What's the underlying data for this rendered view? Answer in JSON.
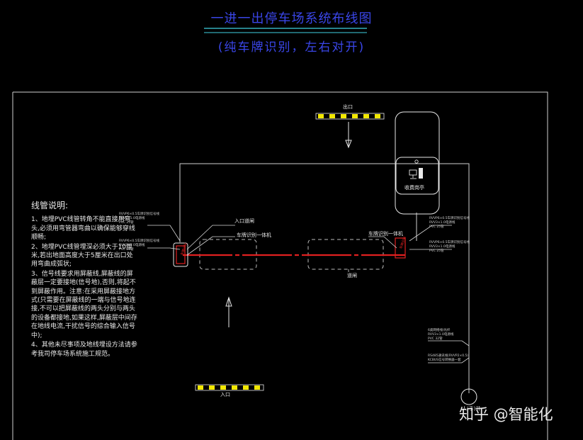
{
  "title": "一进一出停车场系统布线图",
  "subtitle": "(纯车牌识别，左右对开)",
  "notes": {
    "heading": "线管说明:",
    "items": [
      "1、地埋PVC线管转角不能直接用弯头,必须用弯管器弯曲以确保能够穿线顺畅;",
      "2、地埋PVC线管埋深必须大于10厘米,若出地面高度大于5厘米在出口处用弯曲成弧状;",
      "3、信号线要求用屏蔽线,屏蔽线的屏蔽层一定要接地(信号地),否则,将起不到屏蔽作用。注意:在采用屏蔽接地方式(只需要在屏蔽线的一端与信号地连接,不可以把屏蔽线的两头分别与两头的设备都接地,如果这样,屏蔽层中间存在地线电流,干扰信号的综合输入信号中);",
      "4、其他未尽事项及地线埋设方法请参考我司停车场系统施工规范。"
    ]
  },
  "labels": {
    "exit": "出口",
    "entry": "入口",
    "entry_loop": "入口道闸",
    "lpr_left": "车牌识别一体机",
    "lpr_right": "车牌识别一体机",
    "loop": "道闸",
    "booth": "收费岗亭",
    "well": "人(手)井"
  },
  "tiny_text": {
    "left_1": [
      "RVVP6×0.5车牌识别信号线",
      "RVV3×1.0电源线",
      "PVC 25管"
    ],
    "left_2": [
      "RVVP6×0.5车牌识别信号线",
      "RVV3×1.0电源线",
      "PVC 25管"
    ],
    "right_1": [
      "RVVP6×0.5车牌识别信号线",
      "RVV3×1.0电源线",
      "PVC 25管"
    ],
    "right_2": [
      "RVVP6×0.5车牌识别信号线",
      "RVV3×1.0电源线",
      "PVC 25管"
    ],
    "bottom_1": [
      "6类网络线/光纤",
      "RVV3×1.0电源线",
      "PVC 32管"
    ],
    "bottom_2": [
      "RS485通讯线(RVVP2×0.5)",
      "KCBUS信号转换器一套"
    ]
  },
  "lpr_box_text": "车牌识别",
  "watermark": "知乎 @智能化",
  "colors": {
    "frame": "#d6d6d6",
    "title": "#3a46e8",
    "title_rule": "#3fd0e0",
    "red": "#e02020",
    "dashed": "#c8c8c8",
    "barrier_yellow": "#f2e800"
  }
}
